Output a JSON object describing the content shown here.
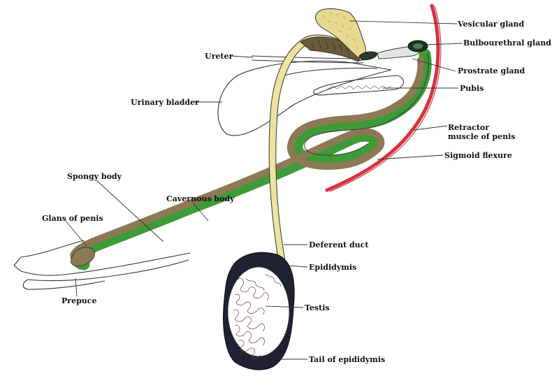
{
  "labels": {
    "vesicular_gland": "Vesicular gland",
    "bulbourethral_gland": "Bulbourethral gland",
    "ureter": "Ureter",
    "prostrate_gland": "Prostrate gland",
    "pubis": "Pubis",
    "urinary_bladder": "Urinary bladder",
    "retractor_line1": "Retractor",
    "retractor_line2": "muscle of penis",
    "sigmoid_flexure": "Sigmoid flexure",
    "spongy_body": "Spongy body",
    "cavernous_body": "Cavernous body",
    "glans_of_penis": "Glans of penis",
    "deferent_duct": "Deferent duct",
    "epididymis": "Epididymis",
    "prepuce": "Prepuce",
    "testis": "Testis",
    "tail_of_epididymis": "Tail of epididymis"
  },
  "colors": {
    "cavernous": "#8c7a55",
    "spongy": "#3f9a38",
    "muscle": "#d8323e",
    "duct": "#ede3a0",
    "gland": "#e6d98e",
    "epididymis": "#1e2233",
    "testis_texture": "#7a3a3a",
    "bulbourethral": "#1c3320"
  }
}
